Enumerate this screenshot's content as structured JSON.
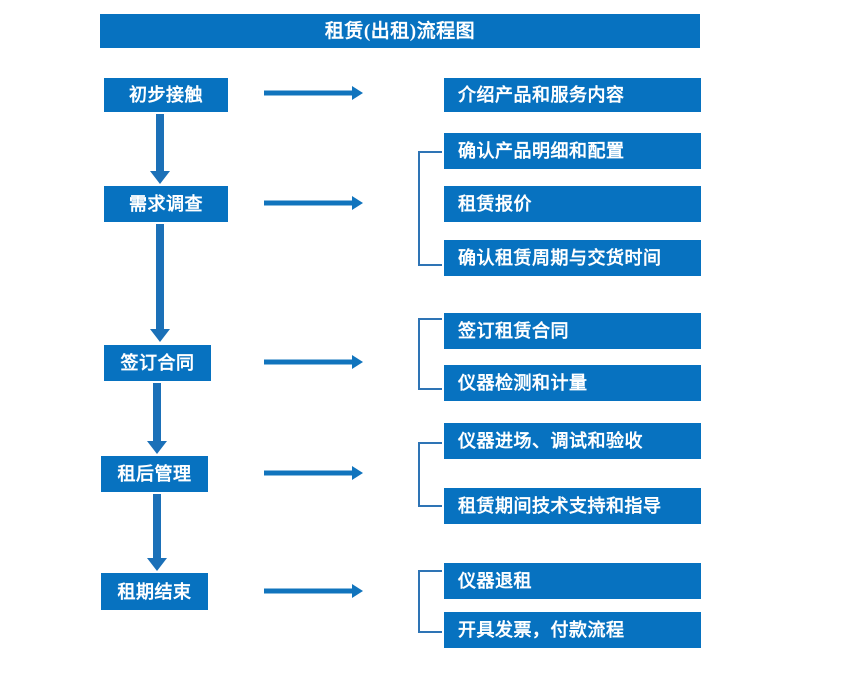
{
  "diagram": {
    "title": "租赁(出租)流程图",
    "accent_color": "#0772c0",
    "arrow_color": "#1174bd",
    "bracket_color": "#2e74b5",
    "text_color": "#ffffff",
    "background_color": "#ffffff"
  },
  "stages": [
    {
      "label": "初步接触"
    },
    {
      "label": "需求调查"
    },
    {
      "label": "签订合同"
    },
    {
      "label": "租后管理"
    },
    {
      "label": "租期结束"
    }
  ],
  "details": {
    "group1": [
      {
        "label": "介绍产品和服务内容"
      }
    ],
    "group2": [
      {
        "label": "确认产品明细和配置"
      },
      {
        "label": "租赁报价"
      },
      {
        "label": "确认租赁周期与交货时间"
      }
    ],
    "group3": [
      {
        "label": "签订租赁合同"
      },
      {
        "label": "仪器检测和计量"
      }
    ],
    "group4": [
      {
        "label": "仪器进场、调试和验收"
      },
      {
        "label": "租赁期间技术支持和指导"
      }
    ],
    "group5": [
      {
        "label": "仪器退租"
      },
      {
        "label": "开具发票，付款流程"
      }
    ]
  }
}
